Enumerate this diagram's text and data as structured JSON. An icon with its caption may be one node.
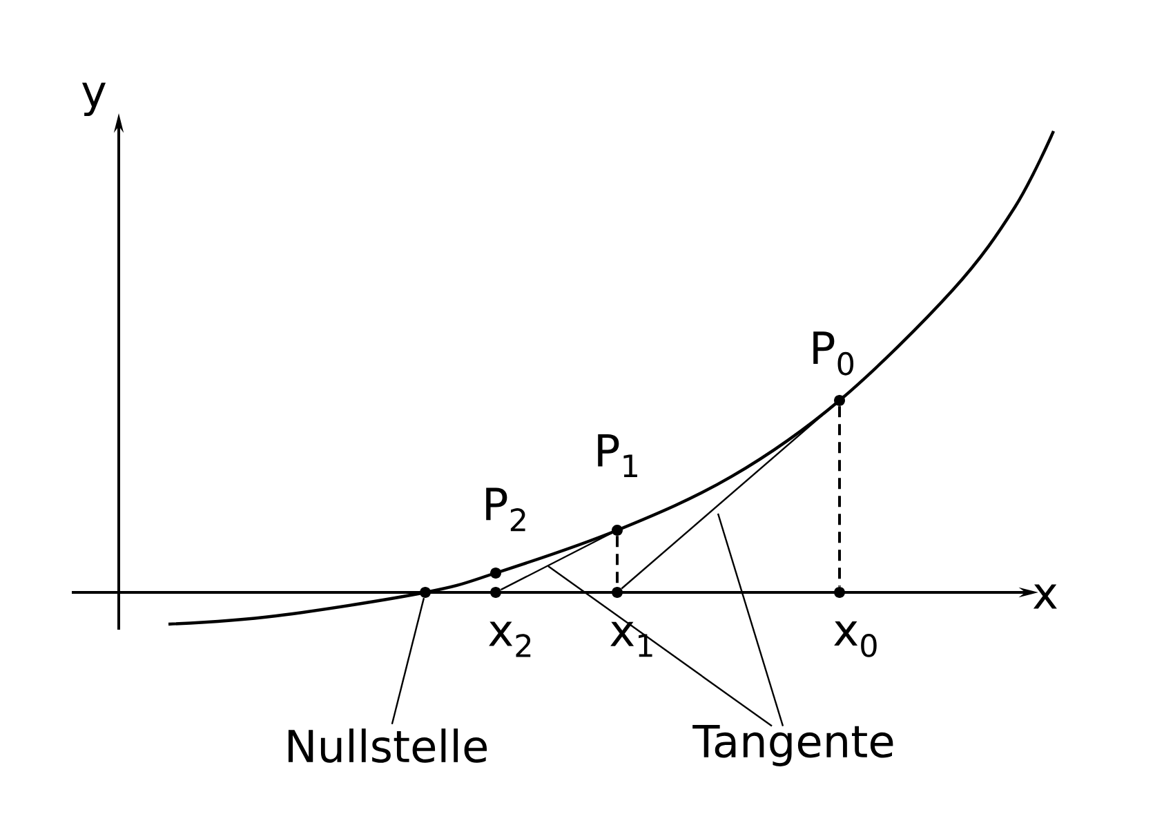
{
  "diagram": {
    "nodes": [
      {
        "text": [],
        "shape": "circle",
        "beside": [
          "P$_{0}$"
        ]
      },
      {
        "text": [],
        "shape": "circle",
        "beside": [
          "P$_{1}$"
        ]
      },
      {
        "text": [],
        "shape": "circle",
        "beside": [
          "P$_{2}$"
        ]
      },
      {
        "text": [],
        "shape": "circle",
        "beside": [
          "x$_{0}$"
        ]
      },
      {
        "text": [],
        "shape": "circle",
        "beside": [
          "x$_{1}$"
        ]
      },
      {
        "text": [],
        "shape": "circle",
        "beside": [
          "x$_{2}$"
        ]
      },
      {
        "text": [],
        "shape": "circle"
      },
      {
        "text": [
          "Nullstelle"
        ]
      },
      {
        "text": [
          "Tangente"
        ]
      }
    ],
    "edges": [
      {
        "from": 0,
        "to": 3,
        "arrow": "none",
        "style": "dashed"
      },
      {
        "from": 1,
        "to": 4,
        "arrow": "none",
        "style": "dashed"
      },
      {
        "from": 0,
        "to": 4,
        "arrow": "none"
      },
      {
        "from": 1,
        "to": 5,
        "arrow": "none"
      },
      {
        "from": 7,
        "to": 6,
        "arrow": "none"
      },
      {
        "from": 8,
        "to": null,
        "arrow": "none"
      },
      {
        "from": 8,
        "to": null,
        "arrow": "none"
      }
    ],
    "labels": [
      "y",
      "x"
    ]
  }
}
